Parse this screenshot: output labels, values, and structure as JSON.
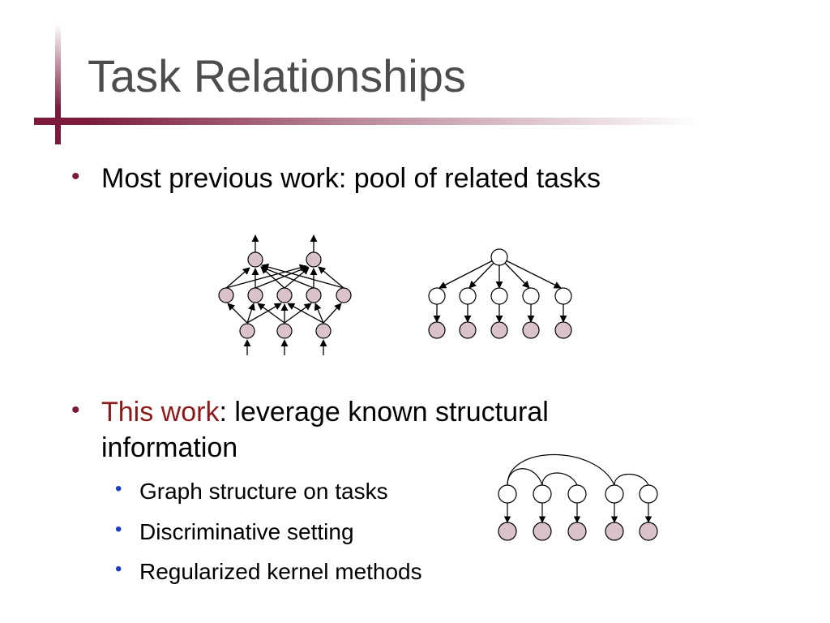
{
  "slide": {
    "title": "Task Relationships",
    "bullet1": "Most previous work: pool of related tasks",
    "bullet2_highlight": "This work",
    "bullet2_rest": ": leverage known structural",
    "bullet2_line2": "information",
    "sub_bullets": [
      "Graph structure on tasks",
      "Discriminative setting",
      "Regularized kernel methods"
    ],
    "bullet_glyph": "•"
  },
  "colors": {
    "accent": "#7b1a3a",
    "highlight": "#8b1a1a",
    "sub_bullet": "#1f3cc4",
    "filled_node": "#d9c3c8"
  }
}
